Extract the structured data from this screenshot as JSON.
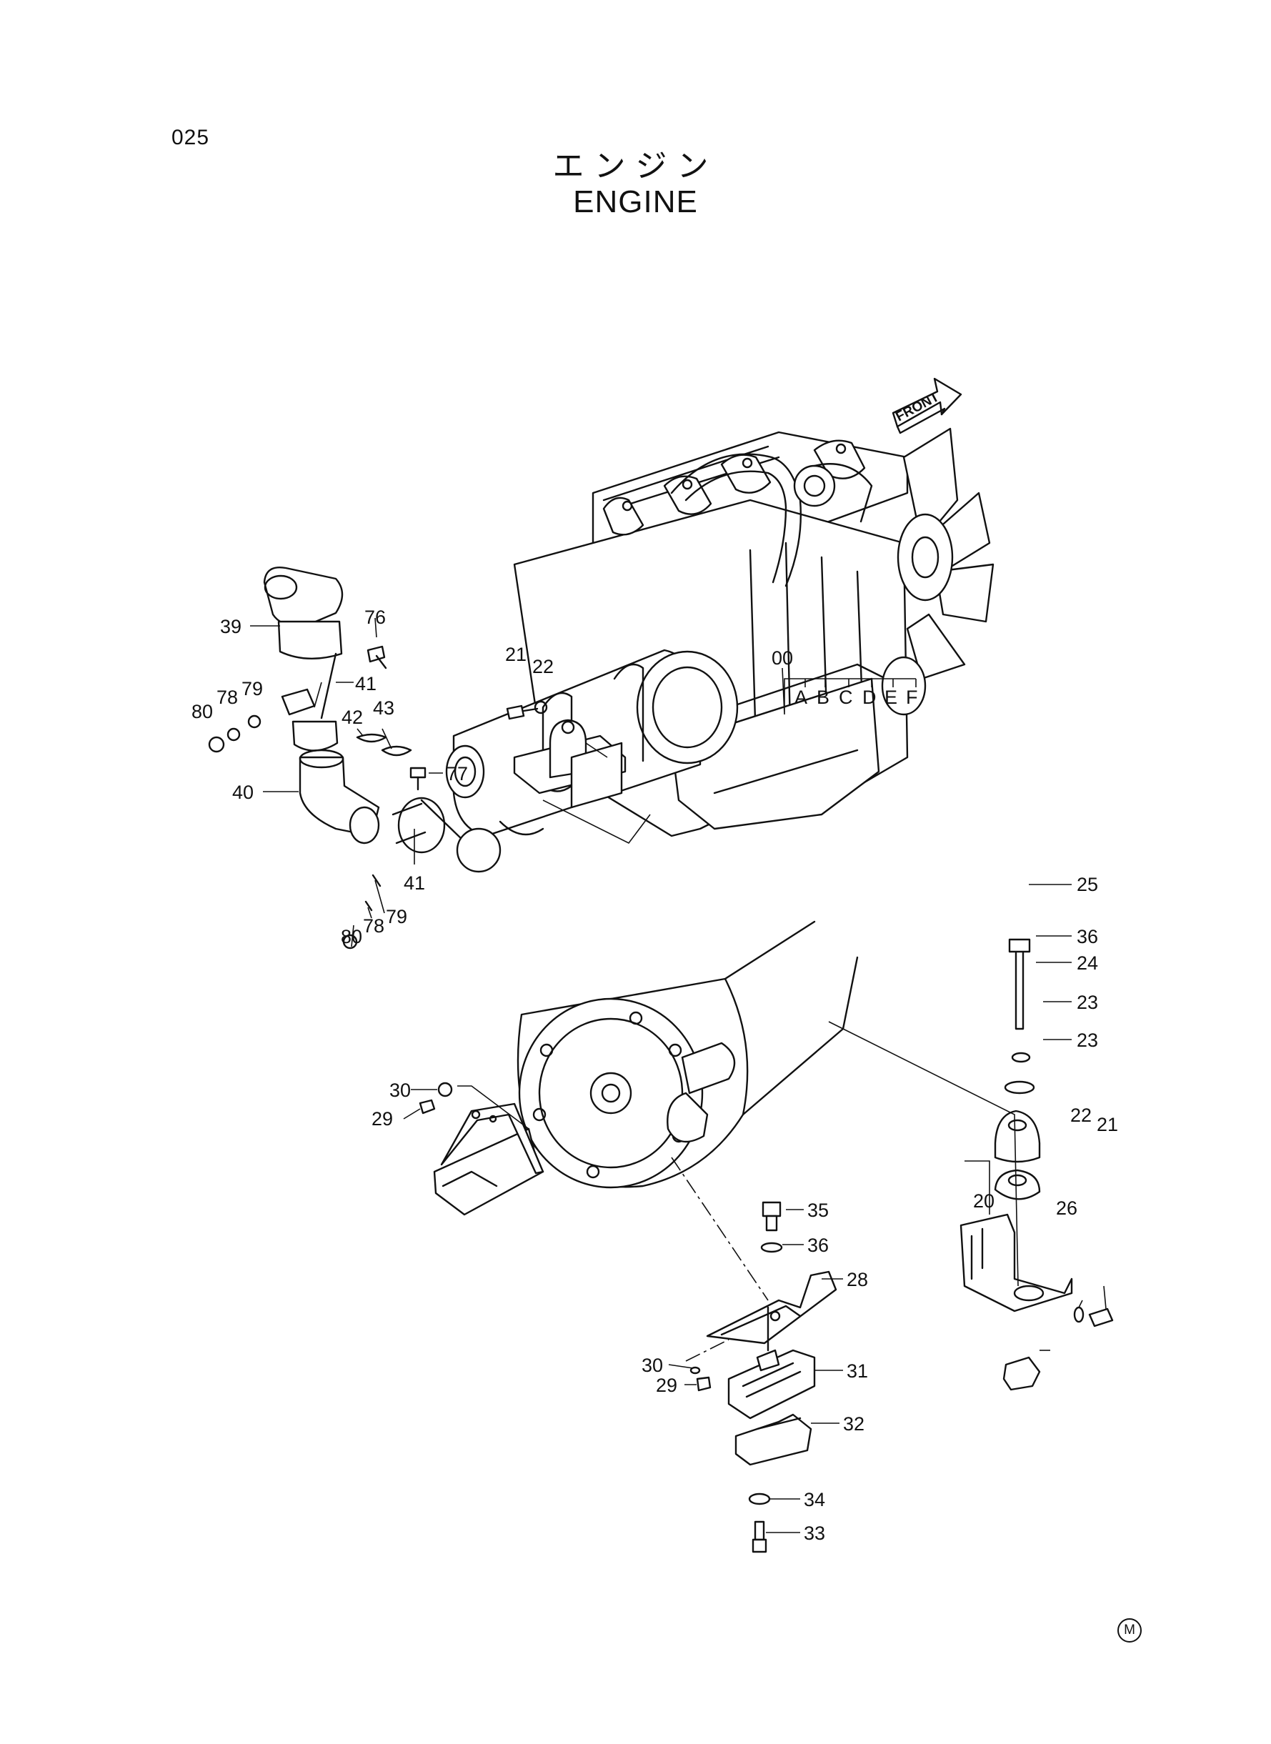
{
  "header": {
    "page_number": "025",
    "title_jp": "エンジン",
    "title_en": "ENGINE"
  },
  "front_arrow_label": "FRONT",
  "variants": [
    "A",
    "B",
    "C",
    "D",
    "E",
    "F"
  ],
  "footer_mark": "M",
  "callouts": {
    "c00": "00",
    "c20": "20",
    "c21a": "21",
    "c21b": "21",
    "c22a": "22",
    "c22b": "22",
    "c23a": "23",
    "c23b": "23",
    "c24": "24",
    "c25": "25",
    "c26": "26",
    "c28": "28",
    "c29a": "29",
    "c29b": "29",
    "c30a": "30",
    "c30b": "30",
    "c31": "31",
    "c32": "32",
    "c33": "33",
    "c34": "34",
    "c35": "35",
    "c36a": "36",
    "c36b": "36",
    "c39": "39",
    "c40": "40",
    "c41a": "41",
    "c41b": "41",
    "c42": "42",
    "c43": "43",
    "c76": "76",
    "c77": "77",
    "c78a": "78",
    "c78b": "78",
    "c79a": "79",
    "c79b": "79",
    "c80a": "80",
    "c80b": "80"
  }
}
